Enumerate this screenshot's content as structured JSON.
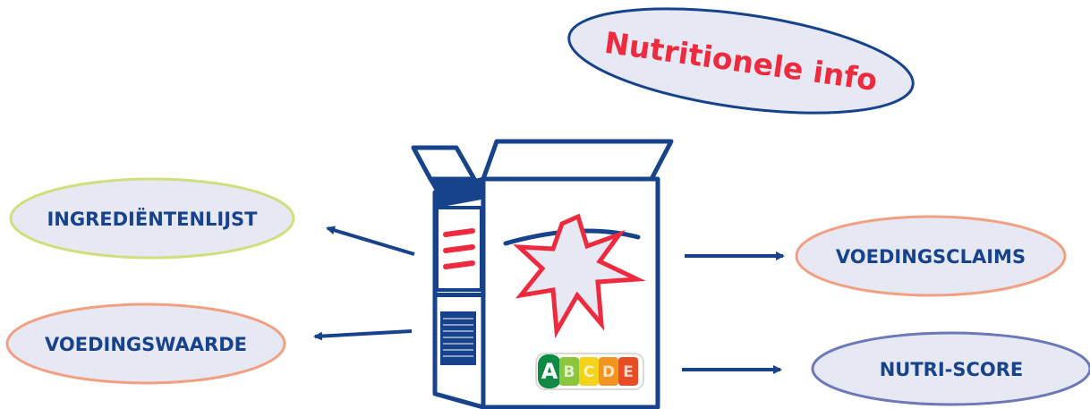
{
  "title": "Nutritionele info",
  "labels": {
    "ingredients": "INGREDIËNTENLIJST",
    "nutrition_values": "VOEDINGSWAARDE",
    "claims": "VOEDINGSCLAIMS",
    "nutriscore": "NUTRI-SCORE"
  },
  "nutriscore_grades": [
    "A",
    "B",
    "C",
    "D",
    "E"
  ],
  "nutriscore_active": "A",
  "colors": {
    "navy": "#17428c",
    "red": "#ee2a3e",
    "ellipse_fill": "#e6e8f4",
    "border_green": "#cfe07a",
    "border_salmon": "#f2a081",
    "border_navy": "#17428c",
    "border_periwinkle": "#6c78b8",
    "nutriscore": [
      "#0f8a44",
      "#8cc63f",
      "#f6d31b",
      "#f29422",
      "#e74c25"
    ]
  }
}
